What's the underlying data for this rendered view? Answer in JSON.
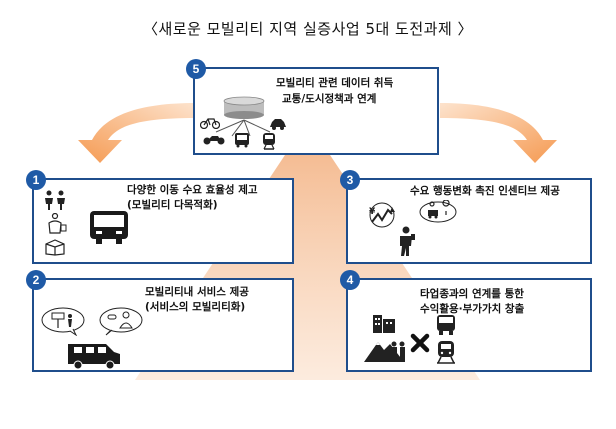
{
  "title": "〈새로운 모빌리티 지역 실증사업 5대 도전과제 〉",
  "challenges": [
    {
      "number": "1",
      "line1": "다양한 이동 수요 효율성 제고",
      "line2": "(모빌리티 다목적화)"
    },
    {
      "number": "2",
      "line1": "모빌리티내 서비스 제공",
      "line2": "(서비스의 모빌리티화)"
    },
    {
      "number": "3",
      "line1": "수요 행동변화 촉진 인센티브 제공",
      "line2": ""
    },
    {
      "number": "4",
      "line1": "타업종과의 연계를 통한",
      "line2": "수익활용·부가가치 창출"
    },
    {
      "number": "5",
      "line1": "모빌리티 관련 데이터 취득",
      "line2": "교통/도시정책과 연계"
    }
  ],
  "icons": {
    "c1": [
      "people-icon",
      "person-with-bag-icon",
      "parcel-box-icon",
      "bus-icon"
    ],
    "c2": [
      "store-sign-icon",
      "doctor-icon",
      "service-van-icon"
    ],
    "c3": [
      "yen-chart-icon",
      "delivery-location-icon",
      "person-with-phone-icon"
    ],
    "c4": [
      "buildings-icon",
      "tourists-mountain-icon",
      "cross-icon",
      "bus-icon",
      "train-icon"
    ],
    "c5": [
      "database-icon",
      "bicycle-icon",
      "motorcycle-icon",
      "bus-icon",
      "car-icon",
      "train-icon"
    ]
  },
  "colors": {
    "box_border": "#1f4e8c",
    "badge": "#1f5aa6",
    "arrow": "#f5a25d",
    "cone": "#f4c09a"
  }
}
